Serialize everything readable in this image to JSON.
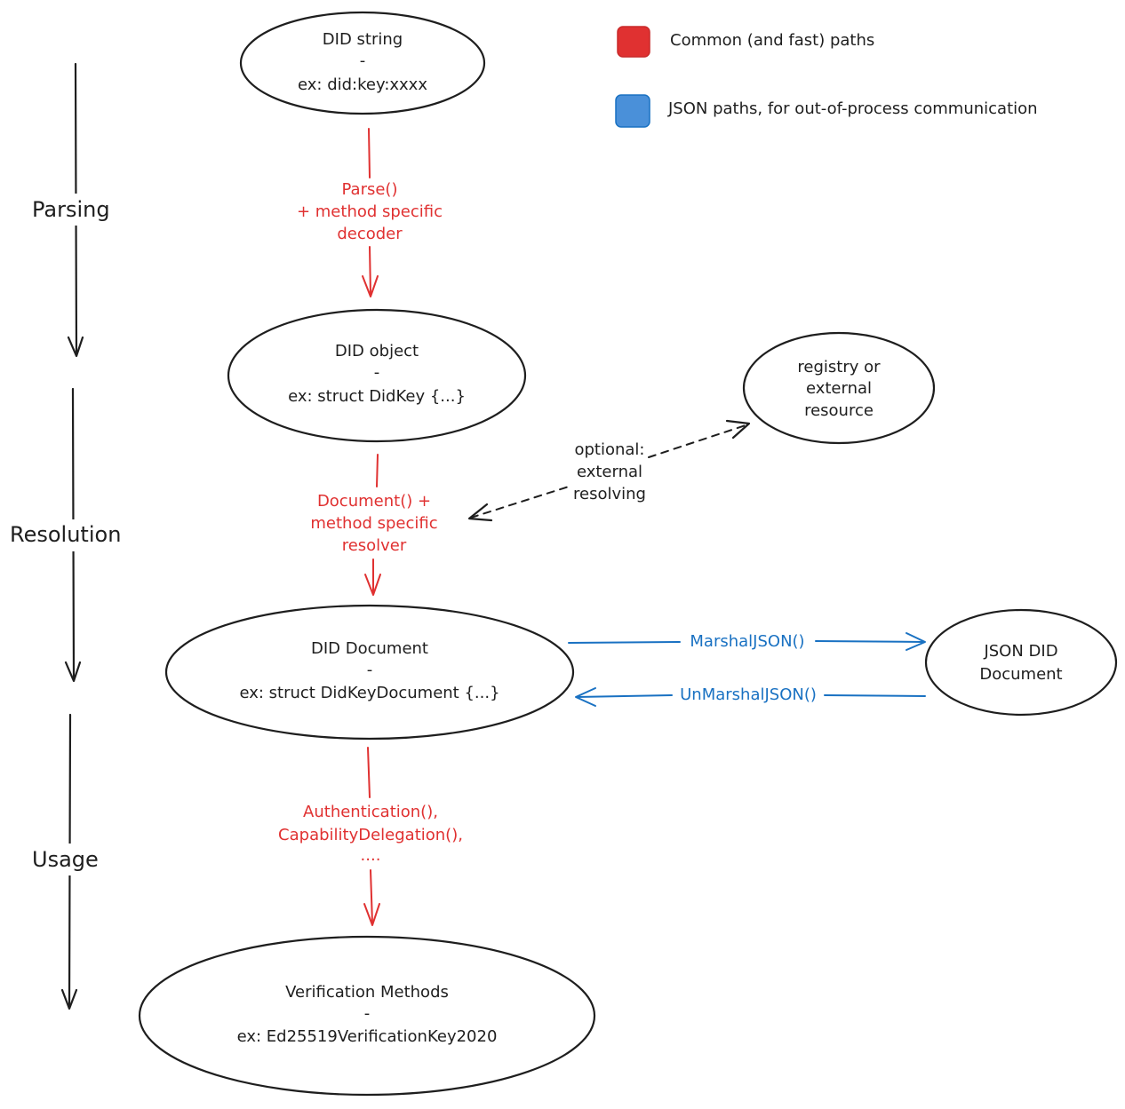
{
  "legend": {
    "common": {
      "label": "Common (and fast) paths",
      "color": "#e03131"
    },
    "json": {
      "label": "JSON paths, for out-of-process communication",
      "color": "#4a90d9"
    }
  },
  "stages": {
    "parsing": "Parsing",
    "resolution": "Resolution",
    "usage": "Usage"
  },
  "nodes": {
    "did_string": {
      "title": "DID string",
      "sep": "-",
      "example": "ex: did:key:xxxx"
    },
    "did_object": {
      "title": "DID object",
      "sep": "-",
      "example": "ex: struct DidKey {...}"
    },
    "did_document": {
      "title": "DID Document",
      "sep": "-",
      "example": "ex: struct DidKeyDocument {...}"
    },
    "verification_methods": {
      "title": "Verification Methods",
      "sep": "-",
      "example": "ex: Ed25519VerificationKey2020"
    },
    "registry": {
      "line1": "registry or",
      "line2": "external",
      "line3": "resource"
    },
    "json_doc": {
      "line1": "JSON DID",
      "line2": "Document"
    }
  },
  "edges": {
    "parse": {
      "line1": "Parse()",
      "line2": "+ method specific",
      "line3": "decoder"
    },
    "document": {
      "line1": "Document() +",
      "line2": "method specific",
      "line3": "resolver"
    },
    "usage": {
      "line1": "Authentication(),",
      "line2": "CapabilityDelegation(),",
      "line3": "...."
    },
    "optional": {
      "line1": "optional:",
      "line2": "external",
      "line3": "resolving"
    },
    "marshal": "MarshalJSON()",
    "unmarshal": "UnMarshalJSON()"
  },
  "colors": {
    "ink": "#1e1e1e",
    "red": "#e03131",
    "blue": "#1971c2"
  }
}
